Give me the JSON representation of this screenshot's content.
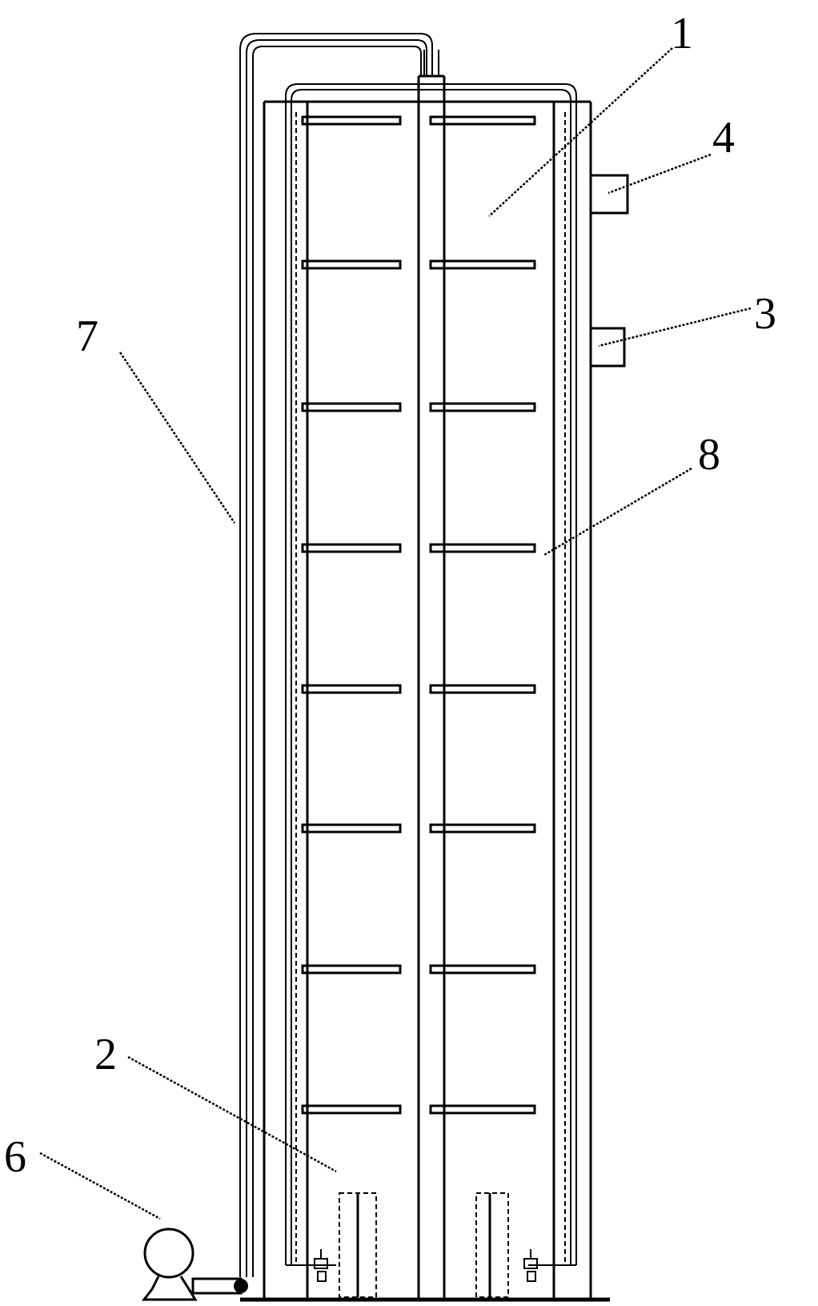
{
  "labels": {
    "l1": "1",
    "l2": "2",
    "l3": "3",
    "l4": "4",
    "l6": "6",
    "l7": "7",
    "l8": "8"
  }
}
